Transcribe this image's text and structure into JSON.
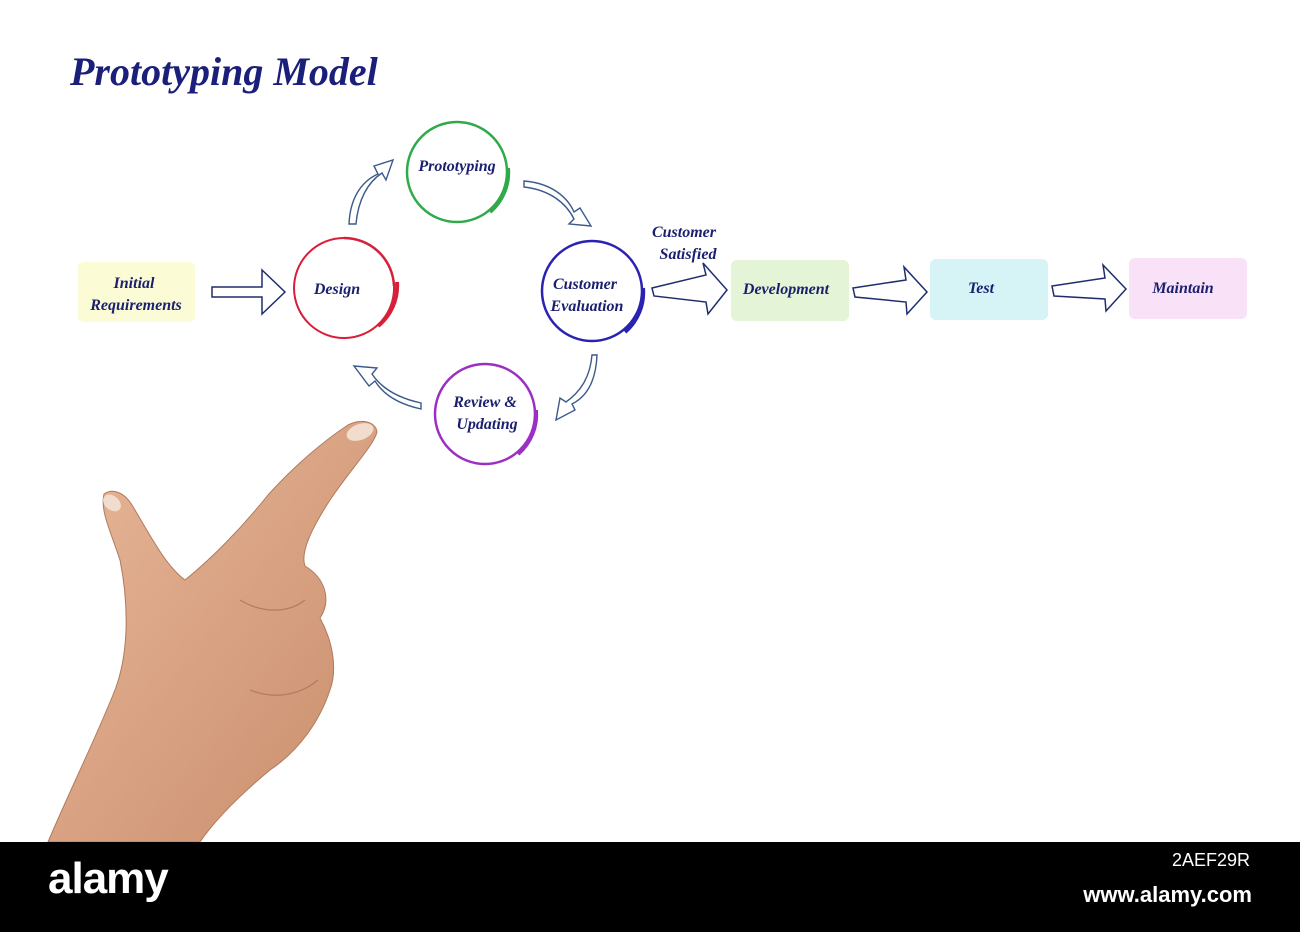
{
  "title": "Prototyping Model",
  "nodes": {
    "initial_requirements": "Initial\nRequirements",
    "design": "Design",
    "prototyping": "Prototyping",
    "customer_evaluation": "Customer\nEvaluation",
    "review_updating": "Review &\nUpdating",
    "development": "Development",
    "test": "Test",
    "maintain": "Maintain"
  },
  "edge_labels": {
    "customer_satisfied": "Customer\nSatisfied"
  },
  "colors": {
    "title": "#1a1f7a",
    "design_circle": "#d81f3a",
    "prototyping_circle": "#2faa4a",
    "evaluation_circle": "#2a22b0",
    "review_circle": "#9b2fc4",
    "initial_box": "#fbfbd6",
    "development_box": "#e4f4d6",
    "test_box": "#d6f3f6",
    "maintain_box": "#f9e1f8",
    "arrow": "#1f2d6e"
  },
  "footer": {
    "brand": "alamy",
    "image_id": "2AEF29R",
    "url": "www.alamy.com"
  }
}
